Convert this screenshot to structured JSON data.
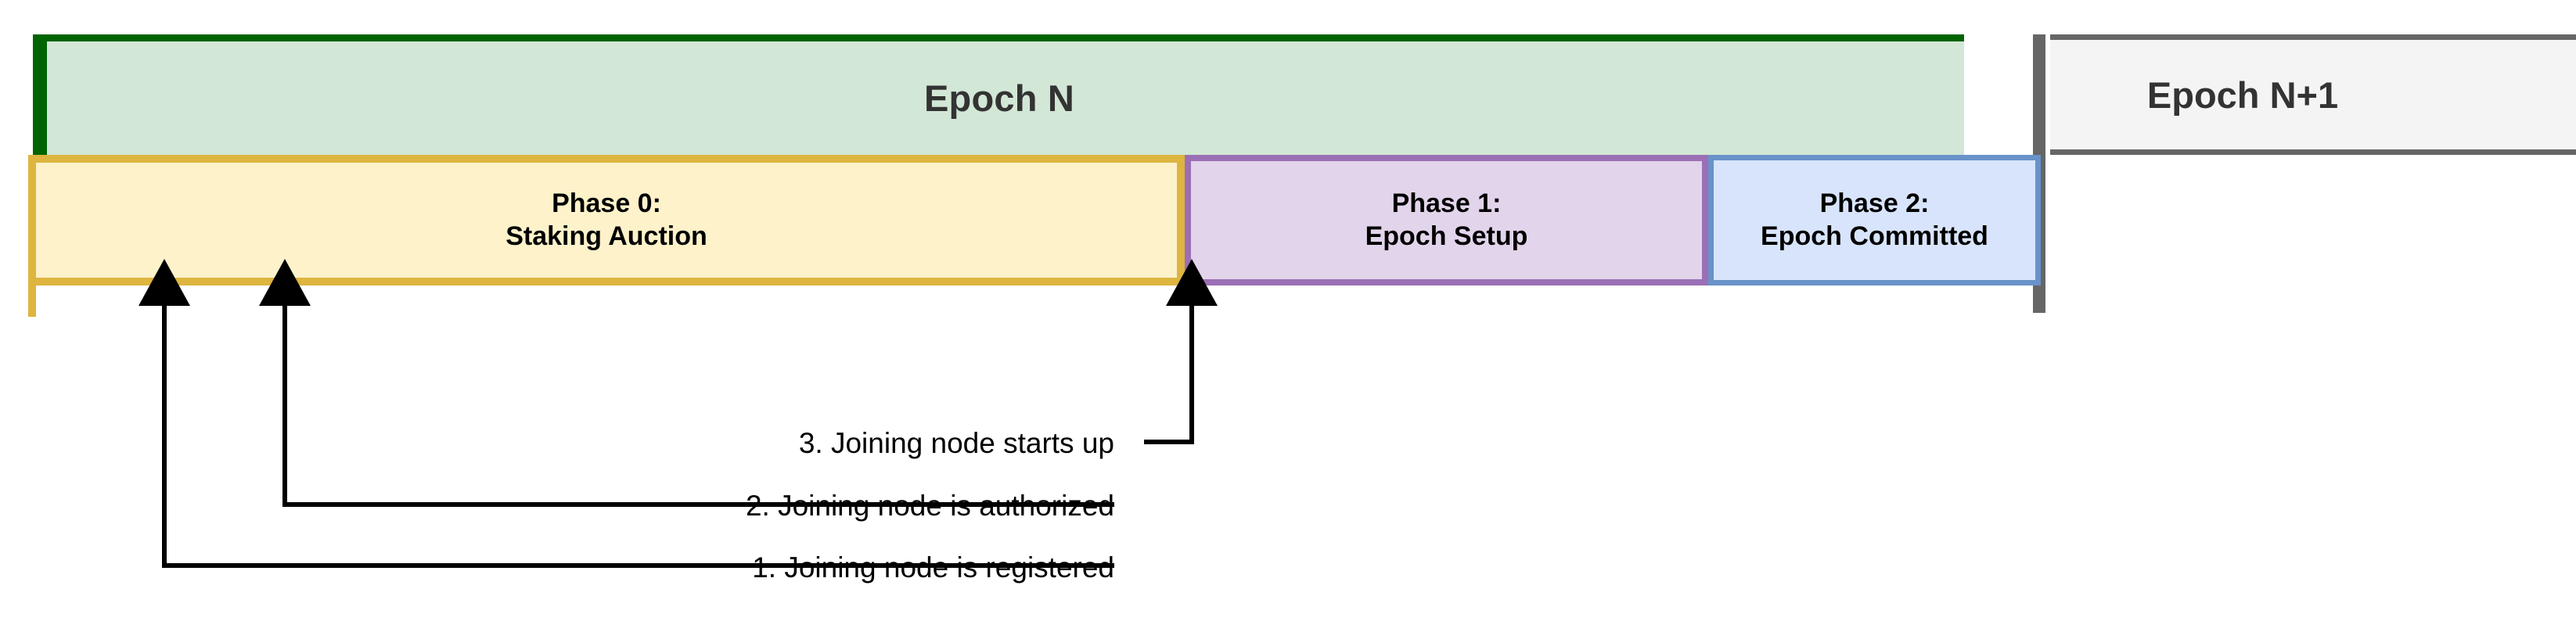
{
  "diagram": {
    "title_epoch_n": "Epoch N",
    "title_epoch_next": "Epoch N+1",
    "phases": [
      {
        "heading": "Phase 0:",
        "name": "Staking Auction"
      },
      {
        "heading": "Phase 1:",
        "name": "Epoch Setup"
      },
      {
        "heading": "Phase 2:",
        "name": "Epoch Committed"
      }
    ],
    "callouts": [
      {
        "text": "3. Joining node starts up"
      },
      {
        "text": "2. Joining node is authorized"
      },
      {
        "text": "1. Joining node is registered"
      }
    ],
    "colors": {
      "epoch_n_fill": "#d2e7d5",
      "epoch_n_border": "#006400",
      "epoch_next_fill": "#f4f4f4",
      "epoch_next_border": "#666666",
      "phase0_fill": "#fdf2ca",
      "phase0_border": "#ddb53f",
      "phase1_fill": "#e2d4ea",
      "phase1_border": "#9b6fb5",
      "phase2_fill": "#d8e4fb",
      "phase2_border": "#6892c9",
      "callout_line": "#000000"
    }
  }
}
